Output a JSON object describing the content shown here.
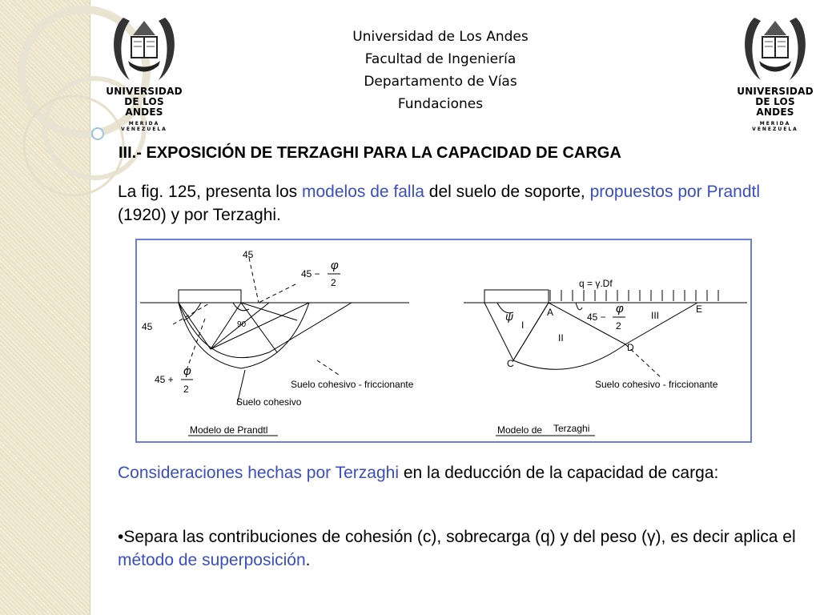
{
  "header": {
    "line1": "Universidad de Los Andes",
    "line2": "Facultad de Ingeniería",
    "line3": "Departamento de Vías",
    "line4": "Fundaciones"
  },
  "logo": {
    "name_line1": "UNIVERSIDAD",
    "name_line2": "DE LOS ANDES",
    "city": "MERIDA VENEZUELA"
  },
  "title": "III.- EXPOSICIÓN DE TERZAGHI PARA LA CAPACIDAD DE CARGA",
  "intro": {
    "t1": "La fig. 125, presenta los ",
    "t2": "modelos de falla",
    "t3": " del suelo de soporte, ",
    "t4": "propuestos por Prandtl",
    "t5": " (1920)  y por Terzaghi."
  },
  "figure": {
    "prandtl": {
      "angle_top": "45",
      "angle_mid": "45 −",
      "phi": "φ",
      "two": "2",
      "angle_left": "45",
      "angle_right_angle": "90",
      "angle_bottom": "45 +",
      "label_friccionante": "Suelo cohesivo - friccionante",
      "label_cohesivo": "Suelo cohesivo",
      "caption": "Modelo de Prandtl"
    },
    "terzaghi": {
      "surcharge": "q = γ.Df",
      "psi": "ψ",
      "zone1": "I",
      "zone2": "II",
      "zone3": "III",
      "point_a": "A",
      "point_c": "C",
      "point_d": "D",
      "point_e": "E",
      "angle": "45 −",
      "phi": "φ",
      "two": "2",
      "label_friccionante": "Suelo cohesivo - friccionante",
      "caption_a": "Modelo de",
      "caption_b": "Terzaghi"
    }
  },
  "considerations": {
    "t1": "Consideraciones hechas por Terzaghi",
    "t2": " en la deducción de la capacidad de carga:"
  },
  "bullet": {
    "t1": "•Separa las contribuciones de cohesión (c), sobrecarga (q) y del peso (",
    "gamma": "γ",
    "t2": "), es decir aplica el ",
    "t3": "método de superposición",
    "t4": "."
  },
  "colors": {
    "accent_blue": "#3a4ec2",
    "figure_border": "#6a7fd8",
    "strip": "#efe6c9"
  }
}
